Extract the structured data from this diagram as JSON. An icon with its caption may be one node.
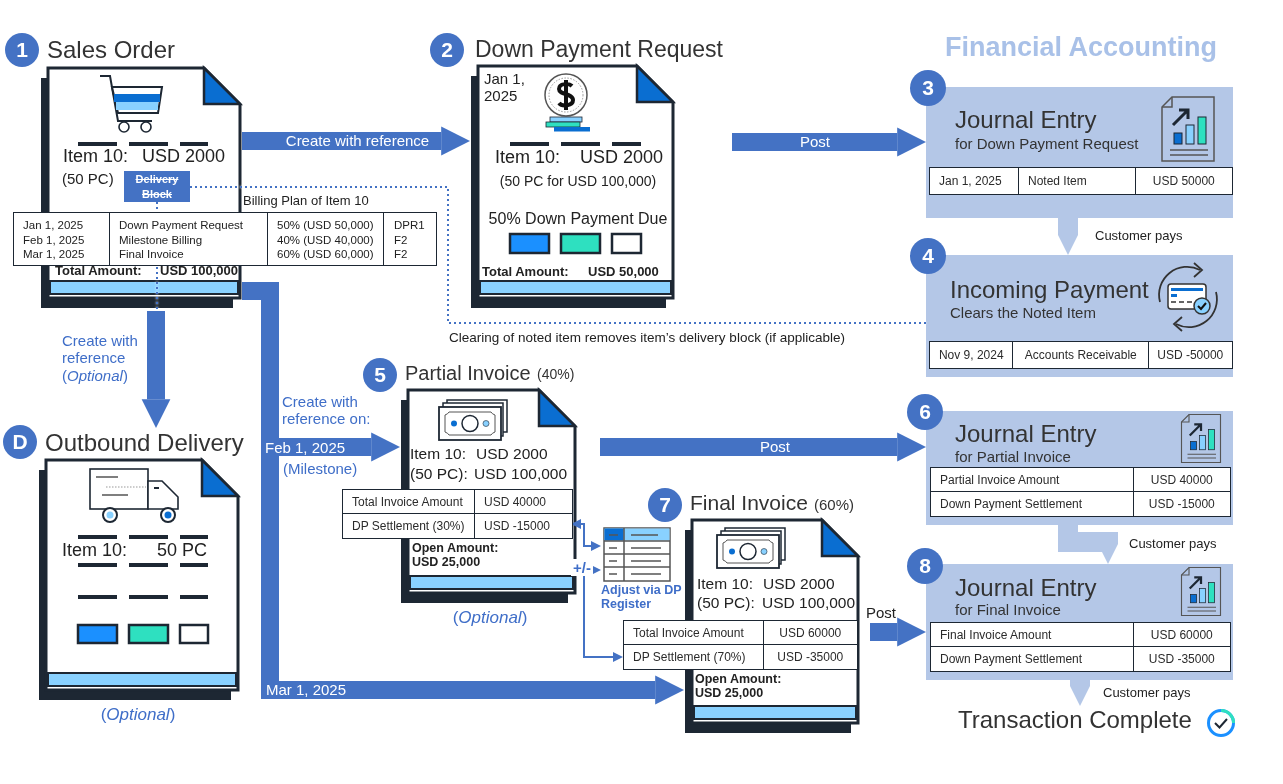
{
  "diagram": {
    "nodes": [
      {
        "text": [
          "1"
        ]
      },
      {
        "text": [
          "Sales Order",
          "Item 10:",
          "USD 2000",
          "(50 PC)",
          "Total Amount:",
          "USD 100,000"
        ]
      },
      {
        "text": [
          "Delivery Block"
        ],
        "in": 1
      },
      {
        "text": [
          "Billing Plan of Item 10",
          "Jan 1, 2025",
          "Feb 1, 2025",
          "Mar 1, 2025",
          "Down Payment Request",
          "Milestone Billing",
          "Final Invoice",
          "50% (USD 50,000)",
          "40% (USD 40,000)",
          "60% (USD 60,000)",
          "DPR1",
          "F2",
          "F2"
        ]
      },
      {
        "text": [
          "2"
        ]
      },
      {
        "text": [
          "Down Payment Request",
          "Jan 1, 2025",
          "Item 10:",
          "USD 2000",
          "(50 PC for USD 100,000)",
          "50% Down Payment Due",
          "Total Amount:",
          "USD 50,000"
        ]
      },
      {
        "text": [
          "3"
        ]
      },
      {
        "text": [
          "Journal Entry",
          "for Down Payment Request",
          "Jan 1, 2025",
          "Noted Item",
          "USD 50000"
        ]
      },
      {
        "text": [
          "4"
        ]
      },
      {
        "text": [
          "Incoming Payment",
          "Clears the Noted Item",
          "Nov 9, 2024",
          "Accounts Receivable",
          "USD -50000"
        ]
      },
      {
        "text": [
          "D"
        ]
      },
      {
        "text": [
          "Outbound Delivery",
          "Item 10:",
          "50 PC"
        ],
        "beside": [
          "(*Optional*)"
        ]
      },
      {
        "text": [
          "5"
        ]
      },
      {
        "text": [
          "Partial Invoice",
          "(40%)",
          "Item 10:",
          "USD 2000",
          "(50 PC):",
          "USD 100,000",
          "Open Amount: USD 25,000"
        ],
        "beside": [
          "(*Optional*)"
        ]
      },
      {
        "text": [
          "Total Invoice Amount",
          "USD 40000",
          "DP Settlement (30%)",
          "USD -15000"
        ]
      },
      {
        "text": [
          "Adjust via DP Register"
        ]
      },
      {
        "text": [
          "7"
        ]
      },
      {
        "text": [
          "Final Invoice",
          "(60%)",
          "Item 10:",
          "USD 2000",
          "(50 PC):",
          "USD 100,000",
          "Open Amount: USD 25,000"
        ]
      },
      {
        "text": [
          "Total Invoice Amount",
          "USD 60000",
          "DP Settlement (70%)",
          "USD -35000"
        ]
      },
      {
        "text": [
          "6"
        ]
      },
      {
        "text": [
          "Journal Entry",
          "for Partial Invoice",
          "Partial Invoice Amount",
          "USD 40000",
          "Down Payment Settlement",
          "USD -15000"
        ]
      },
      {
        "text": [
          "8"
        ]
      },
      {
        "text": [
          "Journal Entry",
          "for Final Invoice",
          "Final Invoice Amount",
          "USD 60000",
          "Down Payment Settlement",
          "USD -35000"
        ]
      },
      {
        "text": [
          "Transaction Complete"
        ]
      }
    ],
    "edges": [
      {
        "from": 1,
        "to": 5,
        "arrow": "to",
        "label": "Create with reference"
      },
      {
        "from": 5,
        "to": 7,
        "arrow": "to",
        "label": "Post"
      },
      {
        "from": 7,
        "to": 9,
        "arrow": "to",
        "label": "Customer pays",
        "color": "#b4c7e7"
      },
      {
        "from": 2,
        "to": null,
        "arrow": "to",
        "style": "dashed"
      },
      {
        "from": 2,
        "to": 9,
        "arrow": "none",
        "label": "Clearing of noted item removes item’s delivery block (if applicable)",
        "style": "dashed"
      },
      {
        "from": 1,
        "to": 11,
        "arrow": "to",
        "label": "Create with reference (*Optional*)"
      },
      {
        "from": 1,
        "to": 13,
        "arrow": "to",
        "label": "Feb 1, 2025"
      },
      {
        "from": 1,
        "to": 17,
        "arrow": "to",
        "label": "Mar 1, 2025"
      },
      {
        "from": 13,
        "to": 20,
        "arrow": "to",
        "label": "Post"
      },
      {
        "from": 17,
        "to": 22,
        "arrow": "to",
        "label": "Post"
      },
      {
        "from": 20,
        "to": 22,
        "arrow": "to",
        "label": "Customer pays",
        "color": "#b4c7e7"
      },
      {
        "from": 22,
        "to": 23,
        "arrow": "to",
        "label": "Customer pays",
        "color": "#b4c7e7"
      },
      {
        "from": 15,
        "to": 14,
        "arrow": "both"
      },
      {
        "from": 15,
        "to": 18,
        "arrow": "both"
      }
    ],
    "labels": [
      "Financial Accounting",
      "Create with reference on:",
      "(Milestone)",
      "+/-"
    ]
  }
}
